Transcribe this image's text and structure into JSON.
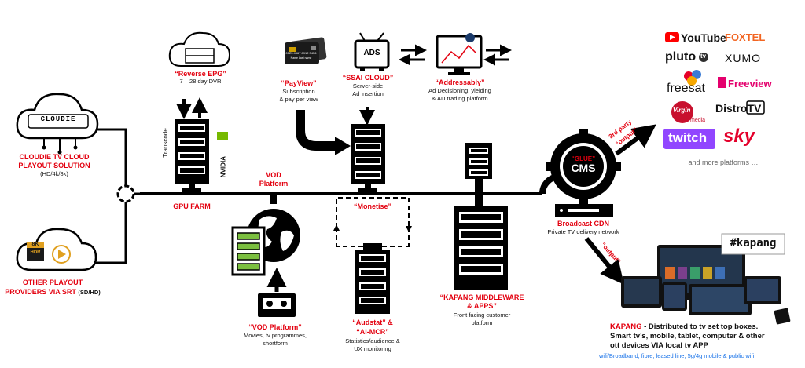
{
  "colors": {
    "accent": "#e3000f",
    "line": "#000000",
    "youtube": "#ff0000",
    "foxtel": "#f26522",
    "twitch": "#9146ff",
    "sky": "#e4002b",
    "note": "#1a73e8"
  },
  "cloudie": {
    "icon_text": "CLOUDIE",
    "title_line1": "CLOUDIE TV CLOUD",
    "title_line2": "PLAYOUT SOLUTION",
    "sub": "(HD/4k/8k)"
  },
  "other": {
    "badge_8k": "8K",
    "badge_hdr": "HDR",
    "title_line1": "OTHER PLAYOUT",
    "title_line2": "PROVIDERS VIA SRT",
    "sub": "(SD/HD)"
  },
  "gpu_farm": {
    "title": "GPU FARM",
    "transcode": "Transcode",
    "nvidia": "NVIDIA"
  },
  "reverse_epg": {
    "title": "“Reverse EPG”",
    "sub": "7 – 28 day DVR"
  },
  "payview": {
    "title": "“PayView”",
    "sub1": "Subscription",
    "sub2": "& pay per view",
    "card_number": "0123 4567 8912 3456",
    "card_name": "Name Last name"
  },
  "ssai": {
    "title": "“SSAI CLOUD”",
    "sub1": "Server-side",
    "sub2": "Ad insertion",
    "tv_text": "ADS"
  },
  "addressably": {
    "title": "“Addressably”",
    "sub1": "Ad Decisioning, yielding",
    "sub2": "& AD trading platform"
  },
  "vod_platform": {
    "title_line1": "VOD",
    "title_line2": "Platform"
  },
  "vod_library": {
    "title": "“VOD Platform”",
    "sub1": "Movies, tv programmes,",
    "sub2": "shortform"
  },
  "monetise": {
    "title": "“Monetise”"
  },
  "audstat": {
    "title_line1": "“Audstat” &",
    "title_line2": "“AI-MCR”",
    "sub1": "Statistics/audience &",
    "sub2": "UX monitoring"
  },
  "middleware": {
    "title_line1": "“KAPANG MIDDLEWARE",
    "title_line2": "& APPS”",
    "sub1": "Front facing customer",
    "sub2": "platform"
  },
  "cms": {
    "glue": "“GLUE”",
    "name": "CMS"
  },
  "broadcast_cdn": {
    "title": "Broadcast CDN",
    "sub": "Private TV delivery network"
  },
  "third_party": {
    "line1": "3rd party",
    "line2": "“output”"
  },
  "output_label": "“output”",
  "platforms": {
    "youtube": "YouTube",
    "foxtel": "FOXTEL",
    "pluto": "pluto",
    "pluto_tv": "tv",
    "xumo": "XUMO",
    "freesat": "freesat",
    "freeview": "Freeview",
    "virgin": "Virgin",
    "virgin_media": "media",
    "distro": "DistroTV",
    "twitch": "twitch",
    "sky": "sky",
    "more": "and more platforms …"
  },
  "kapang": {
    "hashtag": "#kapang",
    "desc_brand": "KAPANG",
    "desc_line1": " - Distributed to tv set top boxes.",
    "desc_line2": "Smart tv’s, mobile, tablet, computer & other",
    "desc_line3": "ott devices VIA local tv APP",
    "note": "wifi/Broadband, fibre, leased line, 5g/4g mobile & public wifi"
  }
}
